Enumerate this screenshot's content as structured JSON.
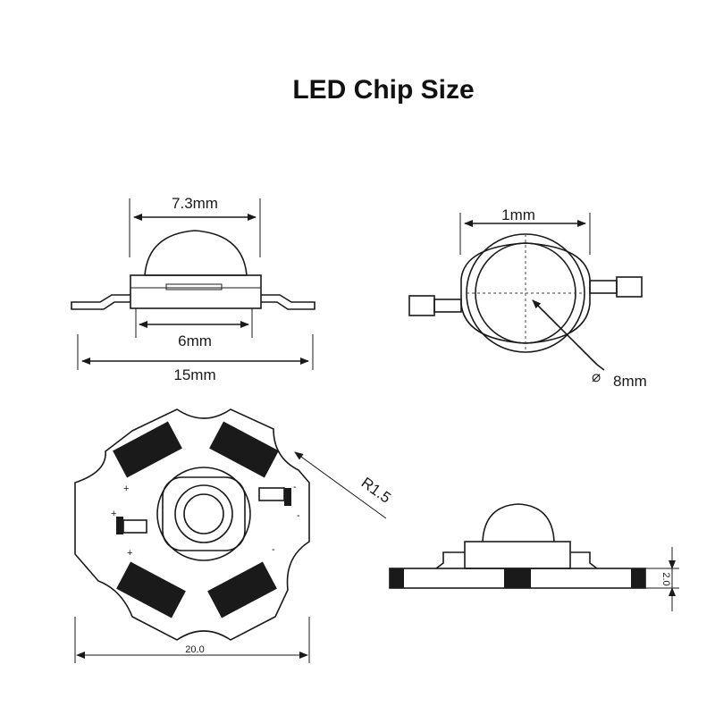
{
  "title": "LED Chip Size",
  "side_view": {
    "lens_width": "7.3mm",
    "body_width": "6mm",
    "total_length": "15mm"
  },
  "top_view": {
    "die_size": "1mm",
    "diameter_symbol": "⌀",
    "diameter": "8mm"
  },
  "star_board": {
    "corner_radius": "R1.5",
    "width": "20.0",
    "polarity_plus": "+",
    "polarity_minus": "-"
  },
  "mounted_side_view": {
    "thickness": "2.0"
  }
}
